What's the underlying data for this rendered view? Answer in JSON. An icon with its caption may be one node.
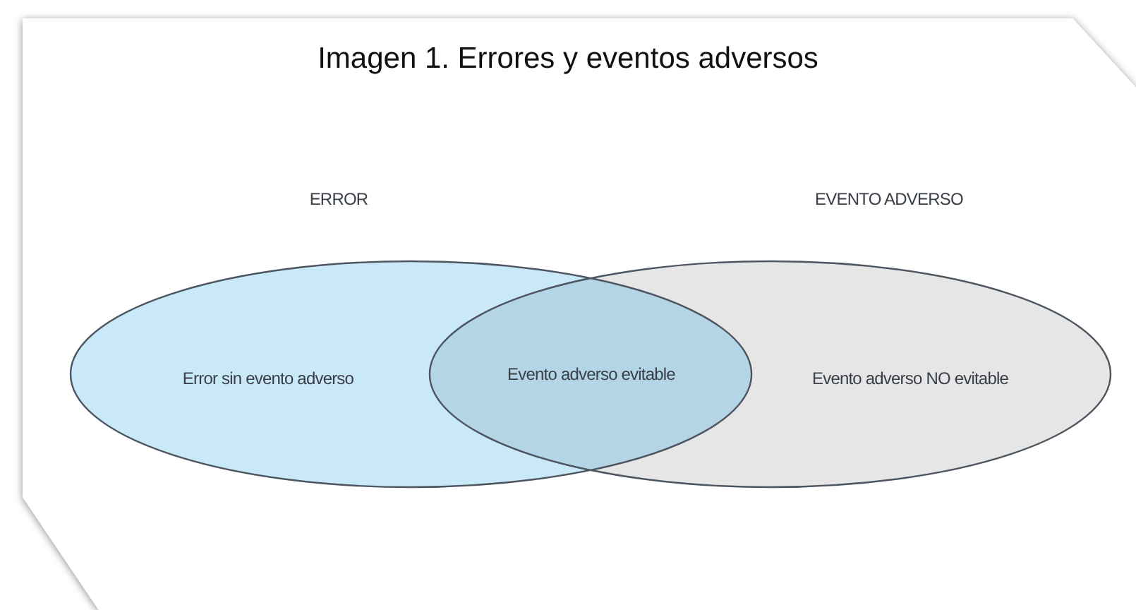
{
  "diagram": {
    "title": "Imagen 1. Errores y eventos adversos",
    "nodes": [
      {
        "text": [
          "ERROR",
          "Error sin evento adverso"
        ]
      },
      {
        "text": [
          "EVENTO ADVERSO",
          "Evento adverso NO evitable"
        ]
      },
      {
        "text": [
          "Evento adverso evitable"
        ]
      }
    ]
  }
}
